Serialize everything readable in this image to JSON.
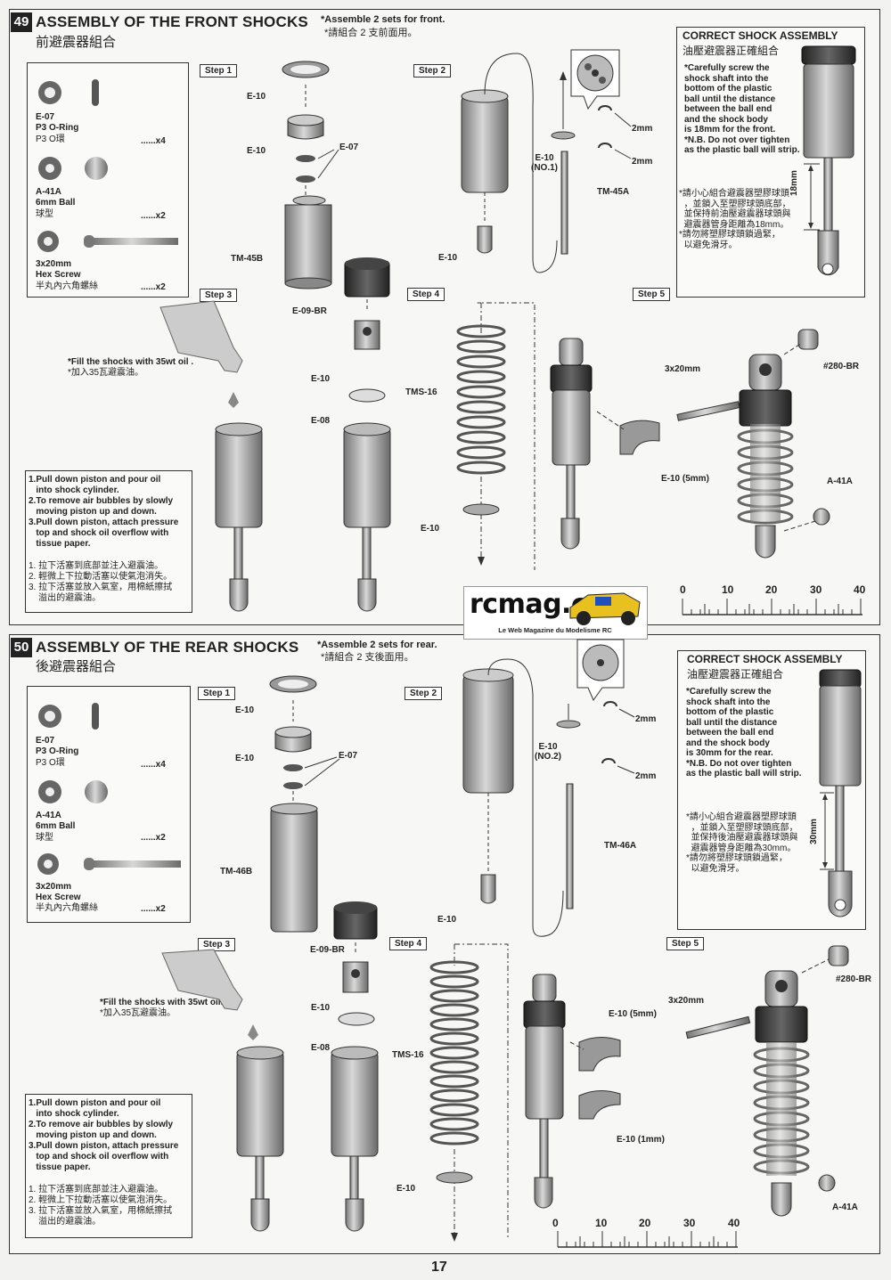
{
  "page_number": "17",
  "logo": {
    "text": "rcmag.com",
    "tagline": "Le Web Magazine du Modelisme RC"
  },
  "front": {
    "number": "49",
    "title": "ASSEMBLY OF THE FRONT SHOCKS",
    "title_cn": "前避震器組合",
    "note": "*Assemble 2 sets for front.",
    "note_cn": "*請組合 2 支前面用。",
    "parts": [
      {
        "code": "E-07",
        "name": "P3 O-Ring",
        "name_cn": "P3 O環",
        "qty": "......x4"
      },
      {
        "code": "A-41A",
        "name": "6mm Ball",
        "name_cn": "球型",
        "qty": "......x2"
      },
      {
        "code": "3x20mm",
        "name": "Hex Screw",
        "name_cn": "半丸內六角螺絲",
        "qty": "......x2"
      }
    ],
    "steps": [
      "Step 1",
      "Step 2",
      "Step 3",
      "Step 4",
      "Step 5"
    ],
    "labels": {
      "s1_e10_top": "E-10",
      "s1_e10_mid": "E-10",
      "s1_e07": "E-07",
      "s1_tm": "TM-45B",
      "s2_e10no": "E-10\n(NO.1)",
      "s2_2mm_a": "2mm",
      "s2_2mm_b": "2mm",
      "s2_tm": "TM-45A",
      "s2_e10": "E-10",
      "s3_e09": "E-09-BR",
      "s3_e10": "E-10",
      "s3_e08": "E-08",
      "s4_tms": "TMS-16",
      "s4_e10": "E-10",
      "s4_e10_5mm": "E-10 (5mm)",
      "s5_screw": "3x20mm",
      "s5_280": "#280-BR",
      "s5_a41": "A-41A"
    },
    "fill_note": "*Fill the shocks with 35wt oil .",
    "fill_note_cn": "*加入35瓦避震油。",
    "instructions": "1.Pull down piston and pour oil\n   into shock cylinder.\n2.To remove air bubbles by slowly\n   moving piston up and down.\n3.Pull down piston, attach pressure\n   top and shock oil overflow with\n   tissue paper.",
    "instructions_cn": "1. 拉下活塞到底部並注入避震油。\n2. 輕微上下拉動活塞以使氣泡消失。\n3. 拉下活塞並放入氣室，用棉紙擦拭\n    溢出的避震油。",
    "correct": {
      "title": "CORRECT SHOCK  ASSEMBLY",
      "title_cn": "油壓避震器正確組合",
      "text": "*Carefully screw the\nshock shaft into the\nbottom of the plastic\nball until the distance\nbetween the ball end\nand the shock body\nis 18mm for the front.\n*N.B. Do not over tighten\nas the plastic ball will strip.",
      "text_cn": "*請小心組合避震器塑膠球頭\n  ，並鎖入至塑膠球頭底部，\n  並保持前油壓避震器球頭與\n  避震器管身距離為18mm。\n*請勿將塑膠球頭鎖過緊，\n  以避免滑牙。",
      "dimension": "18mm"
    },
    "ruler": [
      "0",
      "10",
      "20",
      "30",
      "40"
    ]
  },
  "rear": {
    "number": "50",
    "title": "ASSEMBLY OF THE REAR SHOCKS",
    "title_cn": "後避震器組合",
    "note": "*Assemble 2 sets for rear.",
    "note_cn": "*請組合 2 支後面用。",
    "parts": [
      {
        "code": "E-07",
        "name": "P3 O-Ring",
        "name_cn": "P3 O環",
        "qty": "......x4"
      },
      {
        "code": "A-41A",
        "name": "6mm Ball",
        "name_cn": "球型",
        "qty": "......x2"
      },
      {
        "code": "3x20mm",
        "name": "Hex Screw",
        "name_cn": "半丸內六角螺絲",
        "qty": "......x2"
      }
    ],
    "steps": [
      "Step 1",
      "Step 2",
      "Step 3",
      "Step 4",
      "Step 5"
    ],
    "labels": {
      "s1_e10_top": "E-10",
      "s1_e10_mid": "E-10",
      "s1_e07": "E-07",
      "s1_tm": "TM-46B",
      "s2_e10no": "E-10\n(NO.2)",
      "s2_2mm_a": "2mm",
      "s2_2mm_b": "2mm",
      "s2_tm": "TM-46A",
      "s2_e10": "E-10",
      "s3_e09": "E-09-BR",
      "s3_e10": "E-10",
      "s3_e08": "E-08",
      "s4_tms": "TMS-16",
      "s4_e10": "E-10",
      "s4_e10_5mm": "E-10 (5mm)",
      "s4_e10_1mm": "E-10 (1mm)",
      "s5_screw": "3x20mm",
      "s5_280": "#280-BR",
      "s5_a41": "A-41A"
    },
    "fill_note": "*Fill the shocks with 35wt oil.",
    "fill_note_cn": "*加入35瓦避震油。",
    "instructions": "1.Pull down piston and pour oil\n   into shock cylinder.\n2.To remove air bubbles by slowly\n   moving piston up and down.\n3.Pull down piston, attach pressure\n   top and shock oil overflow with\n   tissue paper.",
    "instructions_cn": "1. 拉下活塞到底部並注入避震油。\n2. 輕微上下拉動活塞以使氣泡消失。\n3. 拉下活塞並放入氣室，用棉紙擦拭\n    溢出的避震油。",
    "correct": {
      "title": "CORRECT SHOCK  ASSEMBLY",
      "title_cn": "油壓避震器正確組合",
      "text": "*Carefully screw the\nshock shaft into the\nbottom of the plastic\nball until the distance\nbetween the ball end\nand the shock body\nis 30mm for the rear.\n*N.B. Do not over tighten\nas the plastic ball will strip.",
      "text_cn": "*請小心組合避震器塑膠球頭\n  ，並鎖入至塑膠球頭底部，\n  並保持後油壓避震器球頭與\n  避震器管身距離為30mm。\n*請勿將塑膠球頭鎖過緊，\n  以避免滑牙。",
      "dimension": "30mm"
    },
    "ruler": [
      "0",
      "10",
      "20",
      "30",
      "40"
    ]
  }
}
